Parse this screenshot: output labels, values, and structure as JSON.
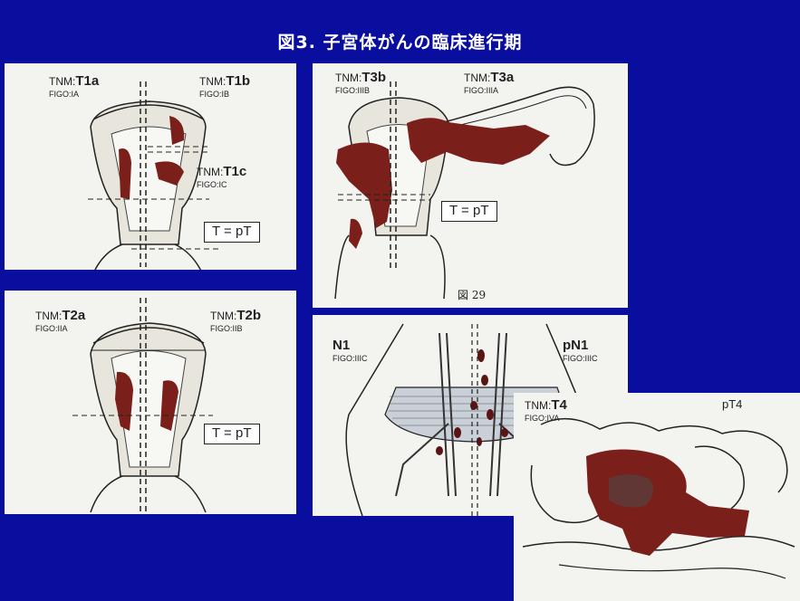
{
  "title": "図3. 子宮体がんの臨床進行期",
  "panels": {
    "t1": {
      "t1a": {
        "tnm_prefix": "TNM:",
        "tnm_stage": "T1a",
        "figo": "FIGO:IA"
      },
      "t1b": {
        "tnm_prefix": "TNM:",
        "tnm_stage": "T1b",
        "figo": "FIGO:IB"
      },
      "t1c": {
        "tnm_prefix": "TNM:",
        "tnm_stage": "T1c",
        "figo": "FIGO:IC"
      },
      "box": "T = pT"
    },
    "t2": {
      "t2a": {
        "tnm_prefix": "TNM:",
        "tnm_stage": "T2a",
        "figo": "FIGO:IIA"
      },
      "t2b": {
        "tnm_prefix": "TNM:",
        "tnm_stage": "T2b",
        "figo": "FIGO:IIB"
      },
      "box": "T = pT"
    },
    "t3": {
      "t3b": {
        "tnm_prefix": "TNM:",
        "tnm_stage": "T3b",
        "figo": "FIGO:IIIB"
      },
      "t3a": {
        "tnm_prefix": "TNM:",
        "tnm_stage": "T3a",
        "figo": "FIGO:IIIA"
      },
      "box": "T = pT",
      "caption": "図 29"
    },
    "n1": {
      "n1": {
        "stage": "N1",
        "figo": "FIGO:IIIC"
      },
      "pn1": {
        "stage": "pN1",
        "figo": "FIGO:IIIC"
      }
    },
    "t4": {
      "t4": {
        "tnm_prefix": "TNM:",
        "tnm_stage": "T4",
        "figo": "FIGO:IVA"
      },
      "pt4": "pT4"
    }
  },
  "colors": {
    "background": "#0a0e9e",
    "panel": "#f3f3f0",
    "tumor": "#7a1f1a",
    "ink": "#222222"
  }
}
